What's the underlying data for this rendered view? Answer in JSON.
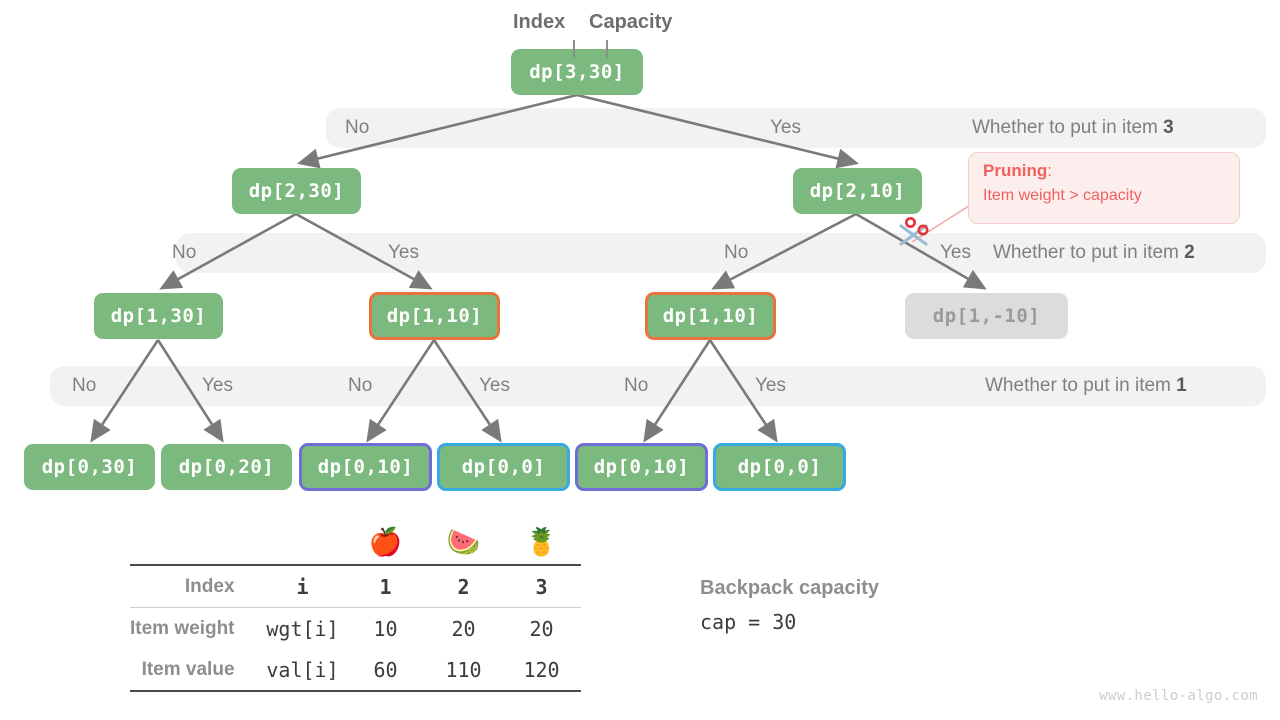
{
  "header": {
    "index_label": "Index",
    "capacity_label": "Capacity"
  },
  "tree": {
    "root": {
      "label": "dp[3,30]"
    },
    "level2": [
      {
        "label": "dp[2,30]"
      },
      {
        "label": "dp[2,10]"
      }
    ],
    "level3": [
      {
        "label": "dp[1,30]"
      },
      {
        "label": "dp[1,10]"
      },
      {
        "label": "dp[1,10]"
      },
      {
        "label": "dp[1,-10]"
      }
    ],
    "level4": [
      {
        "label": "dp[0,30]"
      },
      {
        "label": "dp[0,20]"
      },
      {
        "label": "dp[0,10]"
      },
      {
        "label": "dp[0,0]"
      },
      {
        "label": "dp[0,10]"
      },
      {
        "label": "dp[0,0]"
      }
    ]
  },
  "bands": {
    "item3": {
      "caption": "Whether to put in item ",
      "caption_num": "3",
      "no": "No",
      "yes": "Yes"
    },
    "item2": {
      "caption": "Whether to put in item ",
      "caption_num": "2",
      "no1": "No",
      "yes1": "Yes",
      "no2": "No",
      "yes2": "Yes"
    },
    "item1": {
      "caption": "Whether to put in item ",
      "caption_num": "1",
      "no1": "No",
      "yes1": "Yes",
      "no2": "No",
      "yes2": "Yes",
      "no3": "No",
      "yes3": "Yes"
    }
  },
  "pruning": {
    "title": "Pruning",
    "colon": ":",
    "text": "Item weight > capacity"
  },
  "table": {
    "emoji": [
      "🍎",
      "🍉",
      "🍍"
    ],
    "rows": [
      {
        "label": "Index",
        "key": "i",
        "values": [
          "1",
          "2",
          "3"
        ]
      },
      {
        "label": "Item weight",
        "key": "wgt[i]",
        "values": [
          "10",
          "20",
          "20"
        ]
      },
      {
        "label": "Item value",
        "key": "val[i]",
        "values": [
          "60",
          "110",
          "120"
        ]
      }
    ]
  },
  "capacity": {
    "title": "Backpack capacity",
    "value": "cap = 30"
  },
  "footer": {
    "url": "www.hello-algo.com"
  },
  "colors": {
    "node_green": "#7cb97e",
    "node_dim": "#dcdcdc",
    "border_orange": "#e8743b",
    "border_purple": "#6d6fd4",
    "border_cyan": "#37a8e0",
    "band_gray": "#f2f2f2",
    "edge_gray": "#7a7a7a",
    "prune_red": "#f0605d"
  }
}
